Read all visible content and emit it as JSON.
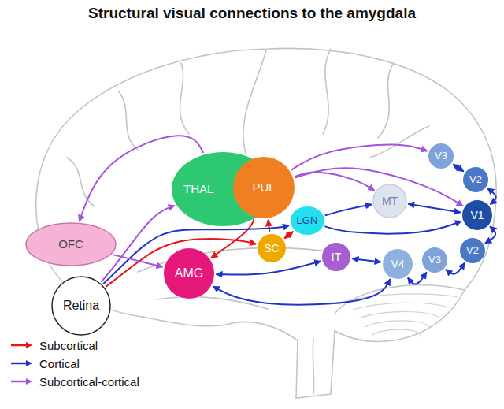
{
  "diagram": {
    "title": "Structural visual connections to the amygdala",
    "nodes": [
      {
        "text": [
          "THAL"
        ]
      },
      {
        "text": [
          "PUL"
        ]
      },
      {
        "text": [
          "V3"
        ]
      },
      {
        "text": [
          "V2"
        ]
      },
      {
        "text": [
          "MT"
        ]
      },
      {
        "text": [
          "LGN"
        ]
      },
      {
        "text": [
          "V1"
        ]
      },
      {
        "text": [
          "OFC"
        ]
      },
      {
        "text": [
          "SC"
        ]
      },
      {
        "text": [
          "IT"
        ]
      },
      {
        "text": [
          "V4"
        ]
      },
      {
        "text": [
          "V3"
        ]
      },
      {
        "text": [
          "V2"
        ]
      },
      {
        "text": [
          "AMG"
        ]
      },
      {
        "text": [
          "Retina"
        ]
      }
    ],
    "edges": [
      {
        "from": 14,
        "to": 8,
        "arrow": "to"
      },
      {
        "from": 8,
        "to": 1,
        "arrow": "to"
      },
      {
        "from": 1,
        "to": 13,
        "arrow": "to"
      },
      {
        "from": 8,
        "to": 5,
        "arrow": "both"
      },
      {
        "from": 14,
        "to": 5,
        "arrow": "to"
      },
      {
        "from": 5,
        "to": 6,
        "arrow": "to"
      },
      {
        "from": 5,
        "to": 4,
        "arrow": "to"
      },
      {
        "from": 4,
        "to": 6,
        "arrow": "both"
      },
      {
        "from": 6,
        "to": 3,
        "arrow": "both"
      },
      {
        "from": 3,
        "to": 2,
        "arrow": "both"
      },
      {
        "from": 6,
        "to": 12,
        "arrow": "both"
      },
      {
        "from": 12,
        "to": 11,
        "arrow": "both"
      },
      {
        "from": 11,
        "to": 10,
        "arrow": "both"
      },
      {
        "from": 10,
        "to": 9,
        "arrow": "both"
      },
      {
        "from": 9,
        "to": 13,
        "arrow": "both"
      },
      {
        "from": 10,
        "to": 13,
        "arrow": "both"
      },
      {
        "from": 14,
        "to": 0,
        "arrow": "to"
      },
      {
        "from": 0,
        "to": 7,
        "arrow": "to"
      },
      {
        "from": 7,
        "to": 13,
        "arrow": "to"
      },
      {
        "from": 1,
        "to": 4,
        "arrow": "to"
      },
      {
        "from": 1,
        "to": 2,
        "arrow": "to"
      },
      {
        "from": 1,
        "to": 6,
        "arrow": "to"
      }
    ],
    "legend": [
      {
        "text": "Subcortical"
      },
      {
        "text": "Cortical"
      },
      {
        "text": "Subcortical-cortical"
      }
    ]
  }
}
